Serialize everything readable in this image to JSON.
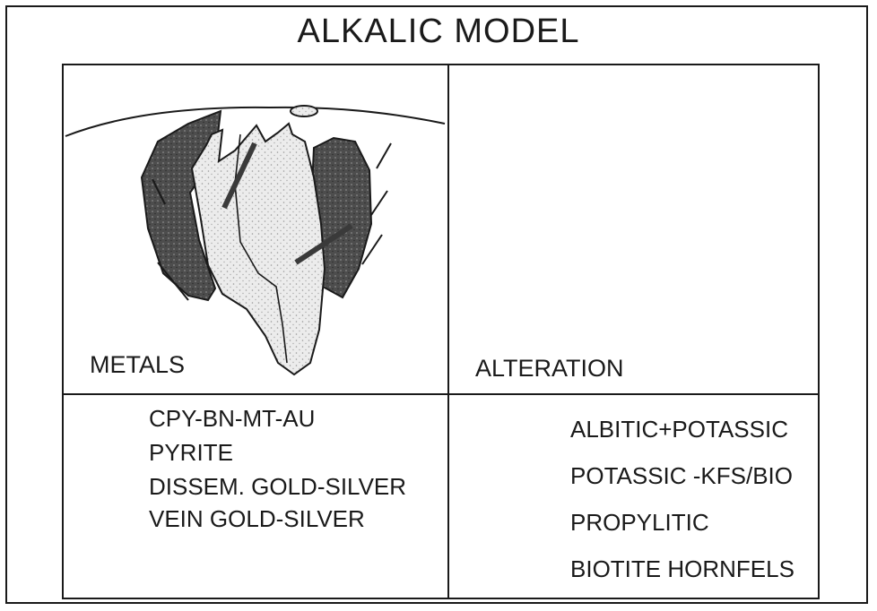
{
  "title": "ALKALIC MODEL",
  "panels": {
    "metals": {
      "label": "METALS"
    },
    "alteration": {
      "label": "ALTERATION"
    }
  },
  "legend_metals": [
    {
      "label": "CPY-BN-MT-AU",
      "swatch": "light-stipple"
    },
    {
      "label": "PYRITE",
      "swatch": "dark-fill"
    },
    {
      "label": "DISSEM.  GOLD-SILVER",
      "swatch": "stippled-ellipse"
    },
    {
      "label": "VEIN  GOLD-SILVER",
      "swatch": "dashed-lines"
    }
  ],
  "legend_alteration": [
    {
      "label": "ALBITIC+POTASSIC",
      "swatch": "mottled-dark"
    },
    {
      "label": "POTASSIC  -KFS/BIO",
      "swatch": "open-box"
    },
    {
      "label": "PROPYLITIC",
      "swatch": "open-box"
    },
    {
      "label": "BIOTITE  HORNFELS",
      "swatch": "dark-fill"
    }
  ],
  "colors": {
    "line": "#1a1a1a",
    "dark": "#4a4a4a",
    "light": "#e6e6e6"
  }
}
